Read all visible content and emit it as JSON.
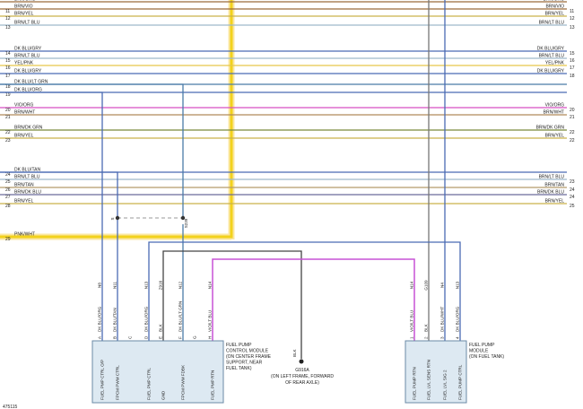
{
  "left_wires": [
    {
      "num": "",
      "color": "BRN/ORG",
      "stroke": "#9a6a3a"
    },
    {
      "num": "11",
      "color": "BRN/VIO",
      "stroke": "#9a6a3a"
    },
    {
      "num": "12",
      "color": "BRN/YEL",
      "stroke": "#c9b24a"
    },
    {
      "num": "13",
      "color": "BRN/LT BLU",
      "stroke": "#9fb9c9"
    },
    {
      "num": "14",
      "color": "DK BLU/GRY",
      "stroke": "#4a6bb3"
    },
    {
      "num": "15",
      "color": "BRN/LT BLU",
      "stroke": "#9fb9c9"
    },
    {
      "num": "16",
      "color": "YEL/PNK",
      "stroke": "#e6c84a"
    },
    {
      "num": "17",
      "color": "DK BLU/GRY",
      "stroke": "#4a6bb3"
    },
    {
      "num": "18",
      "color": "DK BLU/LT GRN",
      "stroke": "#4a7ba8"
    },
    {
      "num": "19",
      "color": "DK BLU/ORG",
      "stroke": "#4a6bb3"
    },
    {
      "num": "20",
      "color": "VIO/ORG",
      "stroke": "#d84fc2"
    },
    {
      "num": "21",
      "color": "BRN/WHT",
      "stroke": "#b08a5a"
    },
    {
      "num": "22",
      "color": "BRN/DK GRN",
      "stroke": "#7a8a3a"
    },
    {
      "num": "23",
      "color": "BRN/YEL",
      "stroke": "#c9b24a"
    },
    {
      "num": "24",
      "color": "DK BLU/TAN",
      "stroke": "#4a6bb3"
    },
    {
      "num": "25",
      "color": "BRN/LT BLU",
      "stroke": "#9fb9c9"
    },
    {
      "num": "26",
      "color": "BRN/TAN",
      "stroke": "#b59a6a"
    },
    {
      "num": "27",
      "color": "BRN/DK BLU",
      "stroke": "#6a6a9a"
    },
    {
      "num": "28",
      "color": "BRN/YEL",
      "stroke": "#c9b24a"
    },
    {
      "num": "29",
      "color": "PNK/WHT",
      "stroke": "#f2d21c"
    }
  ],
  "right_wires": [
    {
      "num": "",
      "color": "BRN/ORG"
    },
    {
      "num": "11",
      "color": "BRN/VIO"
    },
    {
      "num": "12",
      "color": "BRN/YEL"
    },
    {
      "num": "13",
      "color": "BRN/LT BLU"
    },
    {
      "num": "15",
      "color": "DK BLU/GRY"
    },
    {
      "num": "16",
      "color": "BRN/LT BLU"
    },
    {
      "num": "17",
      "color": "YEL/PNK"
    },
    {
      "num": "18",
      "color": "DK BLU/GRY"
    },
    {
      "num": "20",
      "color": "VIO/ORG"
    },
    {
      "num": "21",
      "color": "BRN/WHT"
    },
    {
      "num": "22",
      "color": "BRN/DK GRN"
    },
    {
      "num": "22",
      "color": "BRN/YEL"
    },
    {
      "num": "23",
      "color": "BRN/LT BLU"
    },
    {
      "num": "24",
      "color": "BRN/TAN"
    },
    {
      "num": "24",
      "color": "BRN/DK BLU"
    },
    {
      "num": "25",
      "color": "BRN/YEL"
    }
  ],
  "splices": [
    "S",
    "S239"
  ],
  "fpcm": {
    "pins": [
      {
        "pin": "A",
        "circuit": "N8",
        "wire": "DK BLU/ORG",
        "func": "FUEL PMP CTRL O/P"
      },
      {
        "pin": "B",
        "circuit": "N11",
        "wire": "DK BLU/TAN",
        "func": "FPCM PWM CTRL"
      },
      {
        "pin": "C",
        "circuit": "",
        "wire": "",
        "func": ""
      },
      {
        "pin": "D",
        "circuit": "N13",
        "wire": "DK BLU/ORG",
        "func": "FUEL PMP CTRL"
      },
      {
        "pin": "E",
        "circuit": "Z916",
        "wire": "BLK",
        "func": "GND"
      },
      {
        "pin": "F",
        "circuit": "N12",
        "wire": "DK BLU/LT GRN",
        "func": "FPCM PWM FDBK"
      },
      {
        "pin": "G",
        "circuit": "",
        "wire": "",
        "func": ""
      },
      {
        "pin": "H",
        "circuit": "N14",
        "wire": "VIO/LT BLU",
        "func": "FUEL PMP RTN"
      }
    ],
    "label": [
      "FUEL PUMP",
      "CONTROL MODULE",
      "(ON CENTER FRAME",
      "SUPPORT, NEAR",
      "FUEL TANK)"
    ]
  },
  "ground": {
    "wire": "BLK",
    "name": "G916A",
    "location": [
      "(ON LEFT FRAME, FORWARD",
      "OF REAR AXLE)"
    ]
  },
  "pump": {
    "pins": [
      {
        "pin": "1",
        "circuit": "N14",
        "wire": "VIO/LT BLU",
        "func": "FUEL PUMP RTN"
      },
      {
        "pin": "2",
        "circuit": "G109",
        "wire": "BLK",
        "func": "FUEL LVL SENS RTN"
      },
      {
        "pin": "3",
        "circuit": "N4",
        "wire": "DK BLU/WHT",
        "func": "FUEL LVL SIG 2"
      },
      {
        "pin": "4",
        "circuit": "N13",
        "wire": "DK BLU/ORG",
        "func": "FUEL PUMP CTRL"
      }
    ],
    "label": [
      "FUEL PUMP",
      "MODULE",
      "(ON FUEL TANK)"
    ]
  },
  "figure_id": "475115"
}
